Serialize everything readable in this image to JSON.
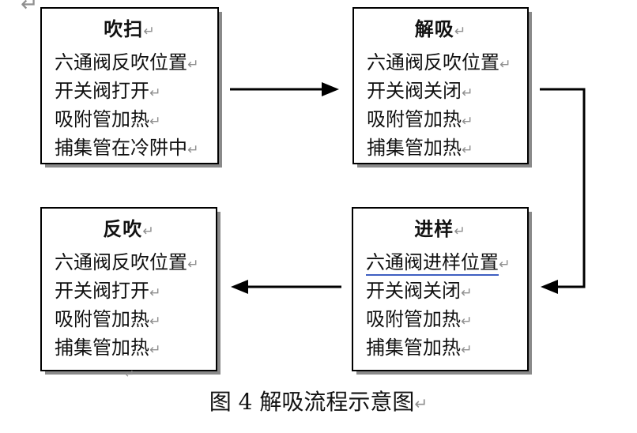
{
  "marks": {
    "return": "↵"
  },
  "flowchart": {
    "boxes": [
      {
        "key": "purge",
        "title": "吹扫",
        "lines": [
          "六通阀反吹位置",
          "开关阀打开",
          "吸附管加热",
          "捕集管在冷阱中"
        ]
      },
      {
        "key": "desorption",
        "title": "解吸",
        "lines": [
          "六通阀反吹位置",
          "开关阀关闭",
          "吸附管加热",
          "捕集管加热"
        ]
      },
      {
        "key": "backflush",
        "title": "反吹",
        "lines": [
          "六通阀反吹位置",
          "开关阀打开",
          "吸附管加热",
          "捕集管加热"
        ],
        "trailing_empty_paragraph_mark": "↵"
      },
      {
        "key": "injection",
        "title": "进样",
        "lines": [
          "六通阀进样位置",
          "开关阀关闭",
          "吸附管加热",
          "捕集管加热"
        ],
        "underlined_line_index": 0
      }
    ],
    "arrows": [
      {
        "name": "purge-to-desorption",
        "direction": "right"
      },
      {
        "name": "desorption-to-injection",
        "direction": "elbow-right-down-left"
      },
      {
        "name": "injection-to-backflush",
        "direction": "left"
      }
    ]
  },
  "caption": {
    "text": "图 4 解吸流程示意图"
  },
  "colors": {
    "text": "#111111",
    "format_mark": "#8f8f8f",
    "box_border": "#000000",
    "box_shadow": "#8a8a8a",
    "underline_blue": "#3e5fc1",
    "arrow": "#000000",
    "background": "#ffffff"
  }
}
